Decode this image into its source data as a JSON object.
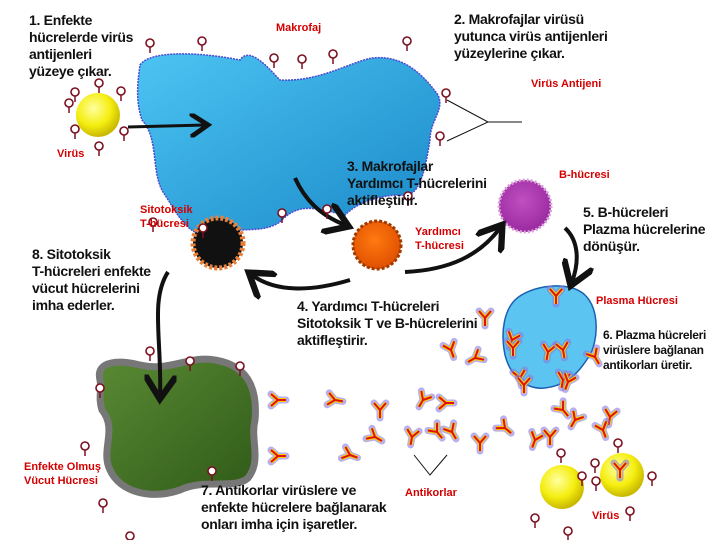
{
  "steps": {
    "s1": [
      "1. Enfekte",
      "hücrelerde virüs",
      "antijenleri",
      "yüzeye çıkar."
    ],
    "s2": [
      "2. Makrofajlar virüsü",
      "yutunca virüs antijenleri",
      "yüzeylerine çıkar."
    ],
    "s3": [
      "3. Makrofajlar",
      "Yardımcı T-hücrelerini",
      "aktifleştirir."
    ],
    "s4": [
      "4. Yardımcı T-hücreleri",
      "Sitotoksik T ve B-hücrelerini",
      "aktifleştirir."
    ],
    "s5": [
      "5. B-hücreleri",
      "Plazma hücrelerine",
      "dönüşür."
    ],
    "s6": [
      "6. Plazma hücreleri",
      "virüslere bağlanan",
      "antikorları üretir."
    ],
    "s7": [
      "7. Antikorlar virüslere ve",
      "enfekte hücrelere bağlanarak",
      "onları imha için işaretler."
    ],
    "s8": [
      "8. Sitotoksik",
      "T-hücreleri enfekte",
      "vücut hücrelerini",
      "imha ederler."
    ]
  },
  "labels": {
    "makrofaj": "Makrofaj",
    "virus_antigen": "Virüs Antijeni",
    "virus_top": "Virüs",
    "b_cell": "B-hücresi",
    "cytotoxic": [
      "Sitotoksik",
      "T-hücresi"
    ],
    "helper": [
      "Yardımcı",
      "T-hücresi"
    ],
    "plasma": "Plasma Hücresi",
    "infected": [
      "Enfekte Olmuş",
      "Vücut Hücresi"
    ],
    "antibodies": "Antikorlar",
    "virus_bottom": "Virüs"
  },
  "colors": {
    "label_red": "#d40000",
    "macrophage": "#2aa8e0",
    "virus": "#f5ee10",
    "helper_t": "#ff6a00",
    "cytotoxic_t": "#111111",
    "b_cell": "#b23cb4",
    "plasma": "#5cc4f0",
    "infected": "#3f6f22",
    "antigen": "#7a1020",
    "antibody": "#e01010"
  }
}
